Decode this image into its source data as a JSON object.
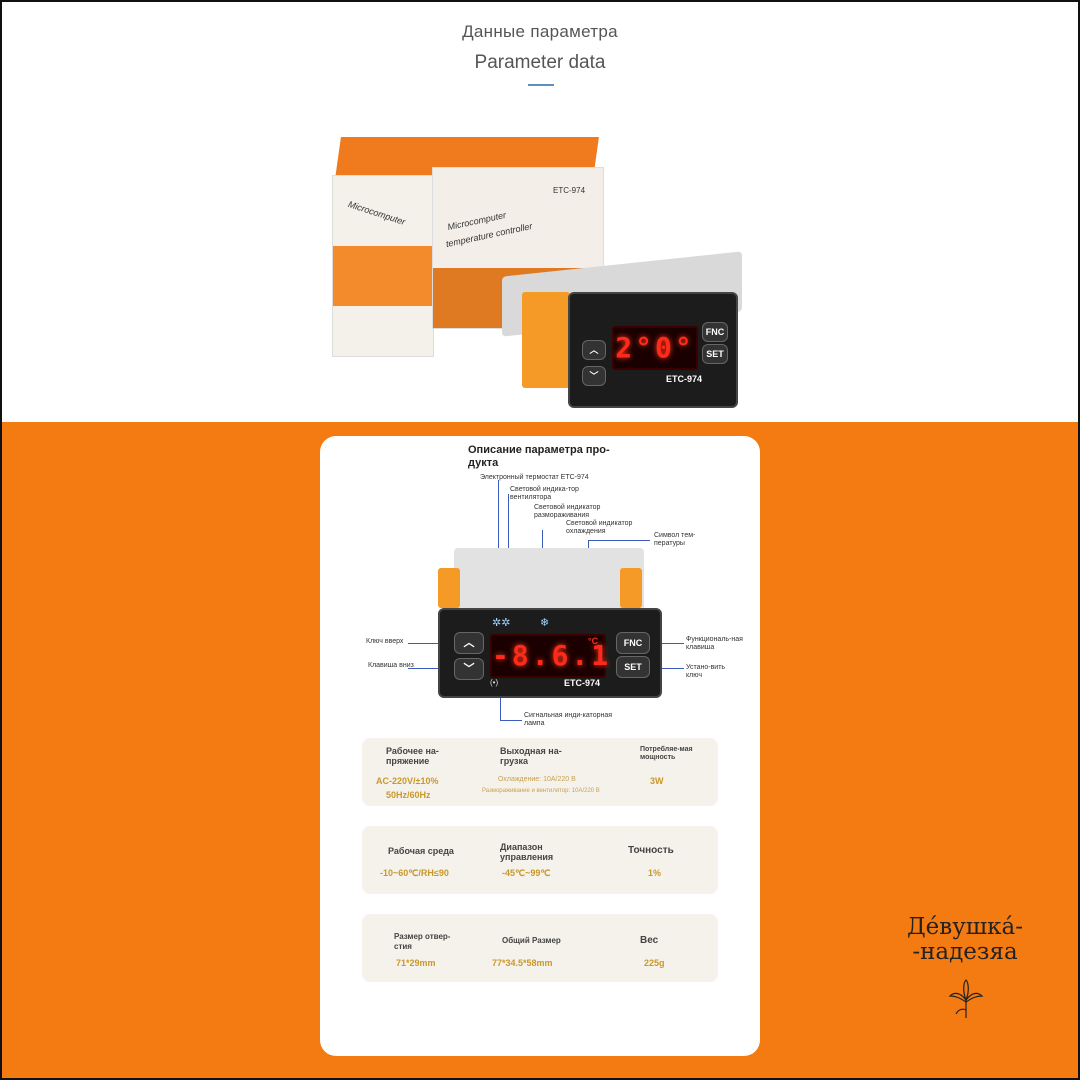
{
  "header": {
    "title_ru": "Данные параметра",
    "title_en": "Parameter data"
  },
  "box": {
    "text_line1": "Microcomputer",
    "text_line2": "temperature controller",
    "side_model": "ETC-974"
  },
  "top_device": {
    "display_value": "2°0°",
    "model": "ETC-974",
    "fnc_label": "FNC",
    "set_label": "SET"
  },
  "card": {
    "title": "Описание параметра про-дукта",
    "callouts": {
      "thermostat": "Электронный термостат ETC-974",
      "fan_indicator": "Световой индика-тор вентилятора",
      "defrost_indicator": "Световой индикатор размораживания",
      "cooling_indicator": "Световой индикатор охлаждения",
      "temp_symbol": "Символ тем-пературы",
      "key_up": "Ключ вверх",
      "key_down": "Клавиша вниз",
      "function_key": "Функциональ-ная клавиша",
      "set_key": "Устано-вить ключ",
      "signal_lamp": "Сигнальная инди-каторная лампа"
    },
    "device": {
      "display_value": "-8.6.1",
      "unit": "°C",
      "model": "ETC-974",
      "fnc_label": "FNC",
      "set_label": "SET"
    },
    "specs": [
      {
        "cols": [
          {
            "label": "Рабочее на-пряжение",
            "value": "AC-220V/±10%",
            "value2": "50Hz/60Hz"
          },
          {
            "label": "Выходная на-грузка",
            "value": "Охлаждение: 10A/220 В",
            "value2": "Размораживание и вентилятор: 10A/220 В"
          },
          {
            "label": "Потребляе-мая мощность",
            "value": "3W"
          }
        ]
      },
      {
        "cols": [
          {
            "label": "Рабочая среда",
            "value": "-10~60℃/RH≤90"
          },
          {
            "label": "Диапазон управления",
            "value": "-45℃~99℃"
          },
          {
            "label": "Точность",
            "value": "1%"
          }
        ]
      },
      {
        "cols": [
          {
            "label": "Размер отвер-стия",
            "value": "71*29mm"
          },
          {
            "label": "Общий Размер",
            "value": "77*34.5*58mm"
          },
          {
            "label": "Вес",
            "value": "225g"
          }
        ]
      }
    ]
  },
  "watermark": {
    "line1": "Де́вушка́-",
    "line2": "-надезяа"
  },
  "colors": {
    "orange": "#f47a12",
    "display_red": "#ff2a1a",
    "spec_gold": "#c9982a"
  }
}
